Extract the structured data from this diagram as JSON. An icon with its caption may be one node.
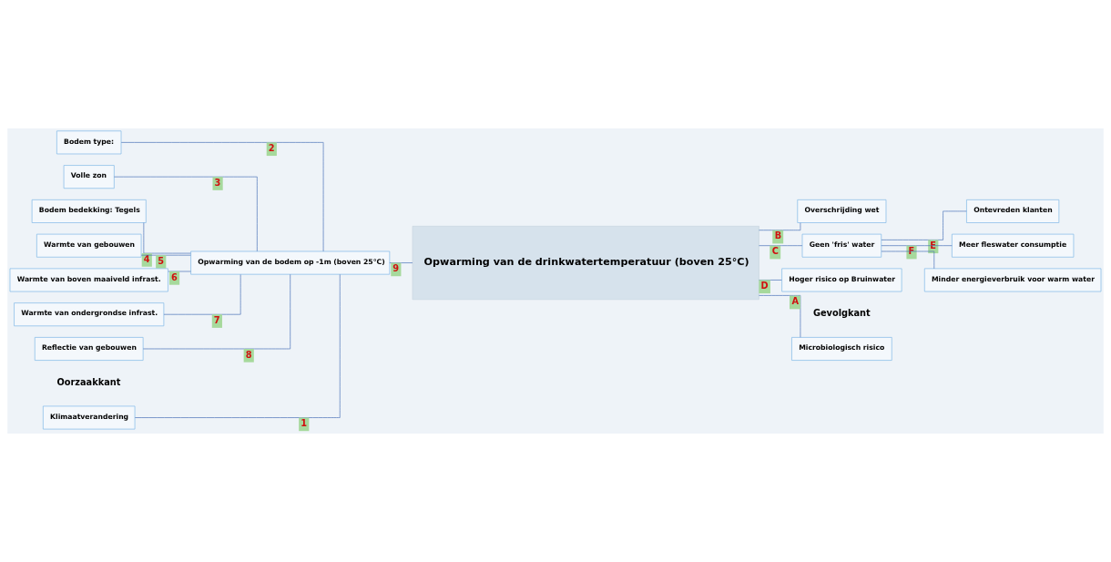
{
  "diagram": {
    "nodes": [
      {
        "text": [
          "Klimaatverandering"
        ]
      },
      {
        "text": [
          "Bodem type:"
        ]
      },
      {
        "text": [
          "Volle zon"
        ]
      },
      {
        "text": [
          "Bodem bedekking: Tegels"
        ]
      },
      {
        "text": [
          "Warmte van gebouwen"
        ]
      },
      {
        "text": [
          "Warmte van boven maaiveld infrast."
        ]
      },
      {
        "text": [
          "Warmte van ondergrondse infrast."
        ]
      },
      {
        "text": [
          "Reflectie van gebouwen"
        ]
      },
      {
        "text": [
          "Opwarming van de bodem op -1m (boven 25°C)"
        ]
      },
      {
        "text": [
          "Opwarming van de drinkwatertemperatuur (boven 25°C)"
        ]
      },
      {
        "text": [
          "Microbiologisch risico"
        ]
      },
      {
        "text": [
          "Overschrijding wet"
        ]
      },
      {
        "text": [
          "Geen 'fris' water"
        ]
      },
      {
        "text": [
          "Hoger risico op Bruinwater"
        ]
      },
      {
        "text": [
          "Ontevreden klanten"
        ]
      },
      {
        "text": [
          "Meer fleswater consumptie"
        ]
      },
      {
        "text": [
          "Minder energieverbruik voor warm water"
        ]
      }
    ],
    "edges": [
      {
        "from": 0,
        "to": 8,
        "arrow": "none",
        "label": "1"
      },
      {
        "from": 1,
        "to": 8,
        "arrow": "none",
        "label": "2"
      },
      {
        "from": 2,
        "to": 8,
        "arrow": "none",
        "label": "3"
      },
      {
        "from": 3,
        "to": 8,
        "arrow": "none",
        "label": "4"
      },
      {
        "from": 4,
        "to": 8,
        "arrow": "none",
        "label": "5"
      },
      {
        "from": 5,
        "to": 8,
        "arrow": "none",
        "label": "6"
      },
      {
        "from": 6,
        "to": 8,
        "arrow": "none",
        "label": "7"
      },
      {
        "from": 7,
        "to": 8,
        "arrow": "none",
        "label": "8"
      },
      {
        "from": 8,
        "to": 9,
        "arrow": "none",
        "label": "9"
      },
      {
        "from": 9,
        "to": 10,
        "arrow": "none",
        "label": "A"
      },
      {
        "from": 9,
        "to": 11,
        "arrow": "none",
        "label": "B"
      },
      {
        "from": 9,
        "to": 12,
        "arrow": "none",
        "label": "C"
      },
      {
        "from": 9,
        "to": 13,
        "arrow": "none",
        "label": "D"
      },
      {
        "from": 12,
        "to": 14,
        "arrow": "none",
        "label": "E"
      },
      {
        "from": 12,
        "to": 15,
        "arrow": "none",
        "label": "F"
      },
      {
        "from": 12,
        "to": 16,
        "arrow": "none"
      }
    ],
    "labels": [
      "Oorzaakkant",
      "Gevolgkant"
    ]
  }
}
